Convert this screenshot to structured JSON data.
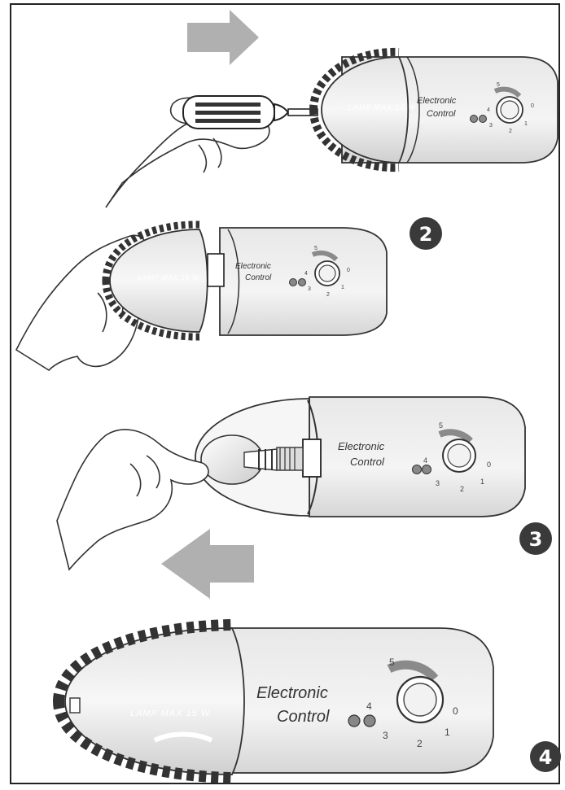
{
  "brand": {
    "line1": "Electronic",
    "line2": "Control"
  },
  "lamp_label": "LAMP MAX 15 W",
  "dial_scale": [
    "0",
    "1",
    "2",
    "3",
    "4",
    "5"
  ],
  "steps": [
    {
      "number": "2"
    },
    {
      "number": "3"
    },
    {
      "number": "4"
    }
  ],
  "colors": {
    "housing": "#eeeeee",
    "cover": "#d4d4d4",
    "arrow": "#b0b0b0",
    "badge": "#3a3a3a",
    "dial_arc": "#8a8a8a"
  }
}
